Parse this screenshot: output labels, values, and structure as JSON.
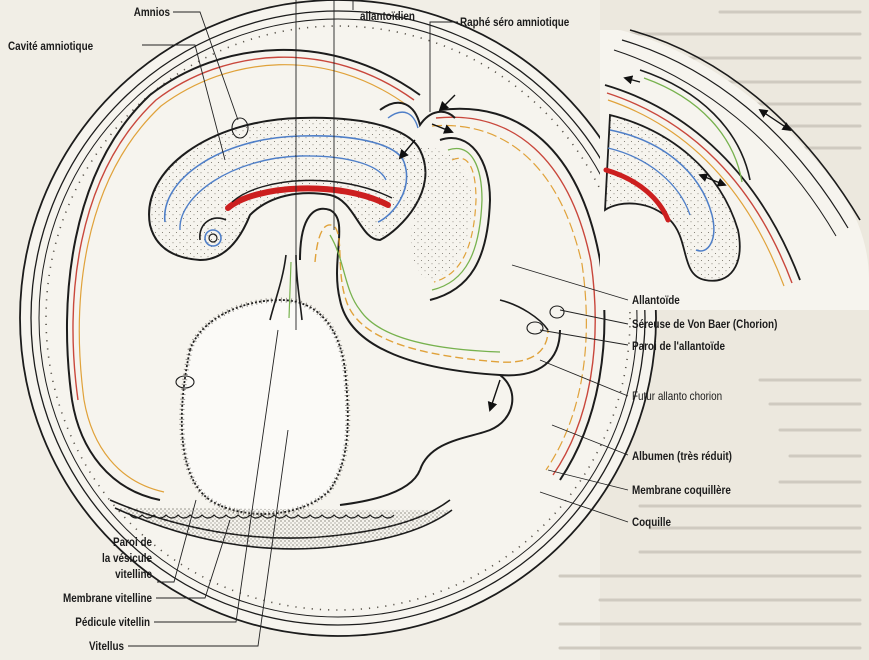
{
  "labels": {
    "amnios": "Amnios",
    "cavite_amniotique": "Cavité amniotique",
    "allantoidien": "allantoïdien",
    "raphe": "Raphé séro amniotique",
    "allantoide": "Allantoïde",
    "sereuse": "Séreuse de Von Baer (Chorion)",
    "paroi_allantoide": "Paroi de l'allantoïde",
    "futur": "Futur allanto chorion",
    "albumen": "Albumen (très réduit)",
    "membrane_coquillere": "Membrane coquillère",
    "coquille": "Coquille",
    "paroi_vesicule_1": "Paroi de",
    "paroi_vesicule_2": "la vésicule",
    "paroi_vesicule_3": "vitelline",
    "membrane_vitelline": "Membrane vitelline",
    "pedicule": "Pédicule vitellin",
    "vitellus": "Vitellus"
  },
  "colors": {
    "background": "#f1eee6",
    "outline": "#1c1c1c",
    "amnios_blue": "#4f7fc8",
    "chorion_red": "#c9473c",
    "allantois_orange": "#e0a23a",
    "allantois_green": "#77b24e",
    "embryo_red": "#cc1f1f",
    "stipple": "#6f6a60"
  }
}
